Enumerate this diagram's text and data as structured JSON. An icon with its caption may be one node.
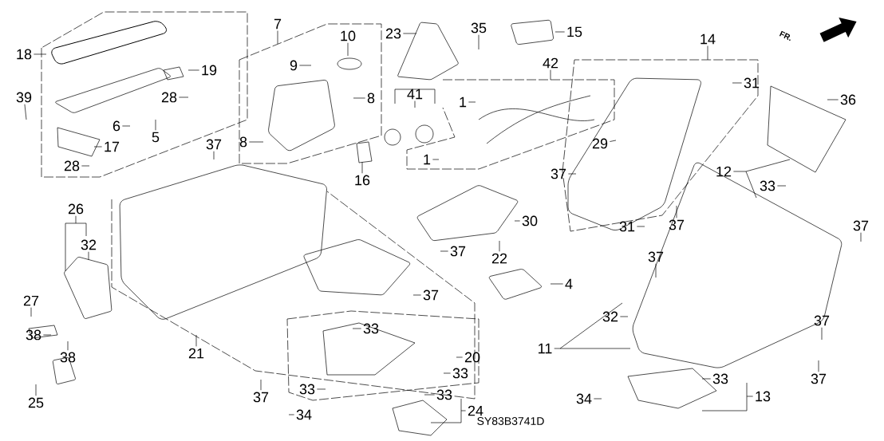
{
  "diagram": {
    "nodes": [
      {
        "text": [
          "18"
        ]
      },
      {
        "text": [
          "19"
        ]
      },
      {
        "text": [
          "39"
        ]
      },
      {
        "text": [
          "28"
        ]
      },
      {
        "text": [
          "6"
        ]
      },
      {
        "text": [
          "5"
        ]
      },
      {
        "text": [
          "17"
        ]
      },
      {
        "text": [
          "28"
        ]
      },
      {
        "text": [
          "7"
        ]
      },
      {
        "text": [
          "10"
        ]
      },
      {
        "text": [
          "9"
        ]
      },
      {
        "text": [
          "8"
        ]
      },
      {
        "text": [
          "8"
        ]
      },
      {
        "text": [
          "23"
        ]
      },
      {
        "text": [
          "35"
        ]
      },
      {
        "text": [
          "15"
        ]
      },
      {
        "text": [
          "42"
        ]
      },
      {
        "text": [
          "41"
        ]
      },
      {
        "text": [
          "1"
        ]
      },
      {
        "text": [
          "1"
        ]
      },
      {
        "text": [
          "16"
        ]
      },
      {
        "text": [
          "14"
        ]
      },
      {
        "text": [
          "31"
        ]
      },
      {
        "text": [
          "36"
        ]
      },
      {
        "text": [
          "29"
        ]
      },
      {
        "text": [
          "37"
        ]
      },
      {
        "text": [
          "31"
        ]
      },
      {
        "text": [
          "12"
        ]
      },
      {
        "text": [
          "33"
        ]
      },
      {
        "text": [
          "37"
        ]
      },
      {
        "text": [
          "37"
        ]
      },
      {
        "text": [
          "37"
        ]
      },
      {
        "text": [
          "26"
        ]
      },
      {
        "text": [
          "32"
        ]
      },
      {
        "text": [
          "27"
        ]
      },
      {
        "text": [
          "38"
        ]
      },
      {
        "text": [
          "38"
        ]
      },
      {
        "text": [
          "25"
        ]
      },
      {
        "text": [
          "30"
        ]
      },
      {
        "text": [
          "22"
        ]
      },
      {
        "text": [
          "37"
        ]
      },
      {
        "text": [
          "37"
        ]
      },
      {
        "text": [
          "4"
        ]
      },
      {
        "text": [
          "21"
        ]
      },
      {
        "text": [
          "37"
        ]
      },
      {
        "text": [
          "33"
        ]
      },
      {
        "text": [
          "20"
        ]
      },
      {
        "text": [
          "33"
        ]
      },
      {
        "text": [
          "33"
        ]
      },
      {
        "text": [
          "33"
        ]
      },
      {
        "text": [
          "24"
        ]
      },
      {
        "text": [
          "34"
        ]
      },
      {
        "text": [
          "37"
        ]
      },
      {
        "text": [
          "32"
        ]
      },
      {
        "text": [
          "11"
        ]
      },
      {
        "text": [
          "37"
        ]
      },
      {
        "text": [
          "37"
        ]
      },
      {
        "text": [
          "33"
        ]
      },
      {
        "text": [
          "13"
        ]
      },
      {
        "text": [
          "34"
        ]
      }
    ],
    "edges": [
      {
        "from": 0,
        "to": null,
        "arrow": "none"
      },
      {
        "from": 1,
        "to": null,
        "arrow": "none"
      },
      {
        "from": 2,
        "to": null,
        "arrow": "none"
      },
      {
        "from": 3,
        "to": null,
        "arrow": "none"
      },
      {
        "from": 4,
        "to": null,
        "arrow": "none"
      },
      {
        "from": 5,
        "to": null,
        "arrow": "none"
      },
      {
        "from": 6,
        "to": null,
        "arrow": "none"
      },
      {
        "from": 7,
        "to": null,
        "arrow": "none"
      },
      {
        "from": 8,
        "to": null,
        "arrow": "none"
      },
      {
        "from": 9,
        "to": null,
        "arrow": "none"
      },
      {
        "from": 10,
        "to": null,
        "arrow": "none"
      },
      {
        "from": 11,
        "to": null,
        "arrow": "none"
      },
      {
        "from": 12,
        "to": null,
        "arrow": "none"
      },
      {
        "from": 13,
        "to": null,
        "arrow": "none"
      },
      {
        "from": 14,
        "to": null,
        "arrow": "none"
      },
      {
        "from": 15,
        "to": null,
        "arrow": "none"
      },
      {
        "from": 16,
        "to": null,
        "arrow": "none"
      },
      {
        "from": 17,
        "to": null,
        "arrow": "none"
      },
      {
        "from": 18,
        "to": null,
        "arrow": "none"
      },
      {
        "from": 19,
        "to": null,
        "arrow": "none"
      },
      {
        "from": 20,
        "to": null,
        "arrow": "none"
      },
      {
        "from": 21,
        "to": null,
        "arrow": "none"
      },
      {
        "from": 22,
        "to": null,
        "arrow": "none"
      },
      {
        "from": 23,
        "to": null,
        "arrow": "none"
      },
      {
        "from": 24,
        "to": null,
        "arrow": "none"
      },
      {
        "from": 25,
        "to": null,
        "arrow": "none"
      },
      {
        "from": 26,
        "to": null,
        "arrow": "none"
      },
      {
        "from": 27,
        "to": null,
        "arrow": "none"
      },
      {
        "from": 28,
        "to": null,
        "arrow": "none"
      },
      {
        "from": 29,
        "to": null,
        "arrow": "none"
      },
      {
        "from": 30,
        "to": null,
        "arrow": "none"
      },
      {
        "from": 31,
        "to": null,
        "arrow": "none"
      },
      {
        "from": 32,
        "to": null,
        "arrow": "none"
      },
      {
        "from": 33,
        "to": null,
        "arrow": "none"
      },
      {
        "from": 34,
        "to": null,
        "arrow": "none"
      },
      {
        "from": 35,
        "to": null,
        "arrow": "none"
      },
      {
        "from": 36,
        "to": null,
        "arrow": "none"
      },
      {
        "from": 37,
        "to": null,
        "arrow": "none"
      },
      {
        "from": 38,
        "to": null,
        "arrow": "none"
      },
      {
        "from": 39,
        "to": null,
        "arrow": "none"
      },
      {
        "from": 40,
        "to": null,
        "arrow": "none"
      },
      {
        "from": 41,
        "to": null,
        "arrow": "none"
      },
      {
        "from": 42,
        "to": null,
        "arrow": "none"
      },
      {
        "from": 43,
        "to": null,
        "arrow": "none"
      },
      {
        "from": 44,
        "to": null,
        "arrow": "none"
      },
      {
        "from": 45,
        "to": null,
        "arrow": "none"
      },
      {
        "from": 46,
        "to": null,
        "arrow": "none"
      },
      {
        "from": 47,
        "to": null,
        "arrow": "none"
      },
      {
        "from": 48,
        "to": null,
        "arrow": "none"
      },
      {
        "from": 49,
        "to": null,
        "arrow": "none"
      },
      {
        "from": 50,
        "to": null,
        "arrow": "none"
      },
      {
        "from": 51,
        "to": null,
        "arrow": "none"
      },
      {
        "from": 52,
        "to": null,
        "arrow": "none"
      },
      {
        "from": 53,
        "to": null,
        "arrow": "none"
      },
      {
        "from": 54,
        "to": null,
        "arrow": "none"
      },
      {
        "from": 55,
        "to": null,
        "arrow": "none"
      },
      {
        "from": 56,
        "to": null,
        "arrow": "none"
      },
      {
        "from": 57,
        "to": null,
        "arrow": "none"
      },
      {
        "from": 58,
        "to": null,
        "arrow": "none"
      },
      {
        "from": 59,
        "to": null,
        "arrow": "none"
      }
    ],
    "labels": [
      "FR.",
      "SY83B3741D"
    ]
  }
}
